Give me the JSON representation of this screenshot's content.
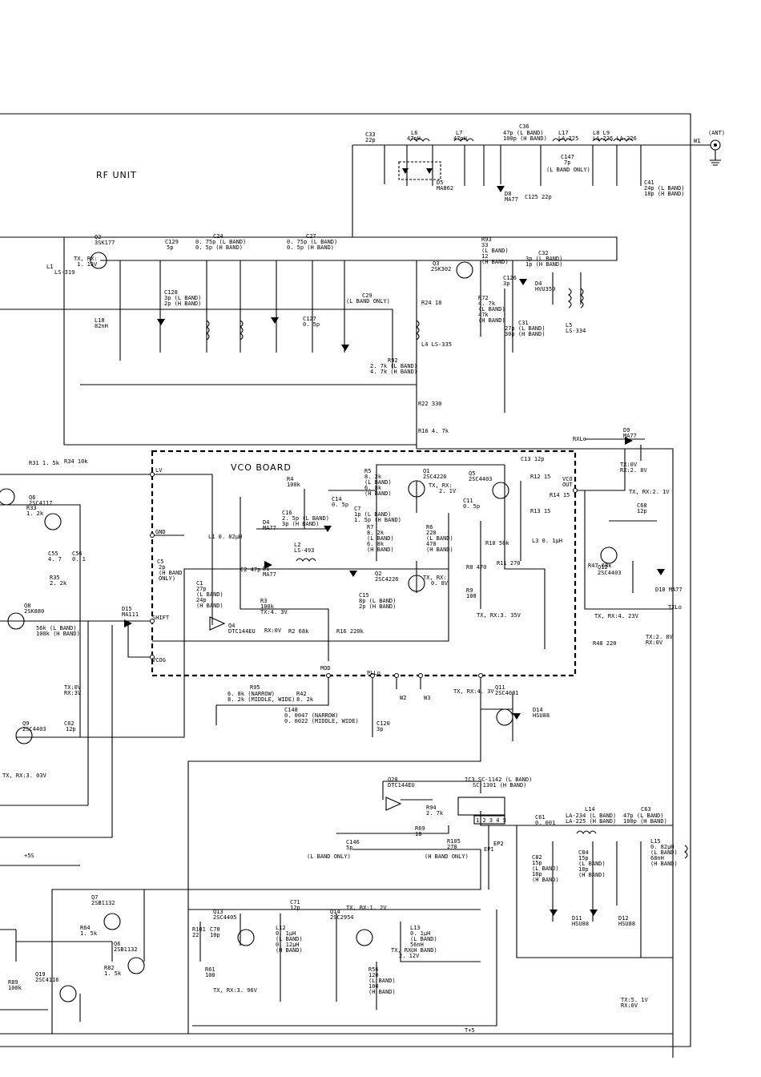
{
  "titles": {
    "rf_unit": "RF UNIT",
    "vco_board": "VCO BOARD"
  },
  "ant": {
    "label": "(ANT)",
    "w1": "W1"
  },
  "labels": [
    {
      "id": "c33",
      "text": "C33"
    },
    {
      "id": "c33v",
      "text": "22p"
    },
    {
      "id": "l6",
      "text": "L6"
    },
    {
      "id": "l6v",
      "text": "47nH"
    },
    {
      "id": "l7",
      "text": "L7"
    },
    {
      "id": "l7v",
      "text": "47nH"
    },
    {
      "id": "c36",
      "text": "C36"
    },
    {
      "id": "c36v1",
      "text": "47p (L BAND)"
    },
    {
      "id": "c36v2",
      "text": "100p (H BAND)"
    },
    {
      "id": "l17",
      "text": "L17"
    },
    {
      "id": "l17v",
      "text": "LA-225"
    },
    {
      "id": "l8l9",
      "text": "L8    L9"
    },
    {
      "id": "l8l9v",
      "text": "LA-225 LA-226"
    },
    {
      "id": "c147",
      "text": "C147"
    },
    {
      "id": "c147v",
      "text": "7p"
    },
    {
      "id": "c147b",
      "text": "(L BAND ONLY)"
    },
    {
      "id": "c41",
      "text": "C41"
    },
    {
      "id": "c41v1",
      "text": "24p (L BAND)"
    },
    {
      "id": "c41v2",
      "text": "18p (H BAND)"
    },
    {
      "id": "d5",
      "text": "D5"
    },
    {
      "id": "d5v",
      "text": "MA862"
    },
    {
      "id": "d8",
      "text": "D8"
    },
    {
      "id": "d8v",
      "text": "MA77"
    },
    {
      "id": "c125",
      "text": "C125 22p"
    },
    {
      "id": "q2",
      "text": "Q2"
    },
    {
      "id": "q2v",
      "text": "3SK177"
    },
    {
      "id": "l1",
      "text": "L1"
    },
    {
      "id": "l1v",
      "text": "LS-319"
    },
    {
      "id": "txrx1",
      "text": "TX, RX:"
    },
    {
      "id": "txrx1v",
      "text": "1. 13V"
    },
    {
      "id": "c129",
      "text": "C129"
    },
    {
      "id": "c129v",
      "text": "5p"
    },
    {
      "id": "c24",
      "text": "C24"
    },
    {
      "id": "c24v1",
      "text": "0. 75p (L BAND)"
    },
    {
      "id": "c24v2",
      "text": "0. 5p (H BAND)"
    },
    {
      "id": "c27",
      "text": "C27"
    },
    {
      "id": "c27v1",
      "text": "0. 75p (L BAND)"
    },
    {
      "id": "c27v2",
      "text": "0. 5p (H BAND)"
    },
    {
      "id": "r93",
      "text": "R93"
    },
    {
      "id": "r93v",
      "text": "33"
    },
    {
      "id": "r93b1",
      "text": "(L BAND)"
    },
    {
      "id": "r93b2",
      "text": "12"
    },
    {
      "id": "r93b3",
      "text": "(H BAND)"
    },
    {
      "id": "c32",
      "text": "C32"
    },
    {
      "id": "c32v1",
      "text": "3p (L BAND)"
    },
    {
      "id": "c32v2",
      "text": "1p (H BAND)"
    },
    {
      "id": "q3",
      "text": "Q3"
    },
    {
      "id": "q3v",
      "text": "2SK302"
    },
    {
      "id": "c126",
      "text": "C126"
    },
    {
      "id": "c126v",
      "text": "3p"
    },
    {
      "id": "d4",
      "text": "D4"
    },
    {
      "id": "d4v",
      "text": "HVU350"
    },
    {
      "id": "c128",
      "text": "C128"
    },
    {
      "id": "c128v1",
      "text": "3p (L BAND)"
    },
    {
      "id": "c128v2",
      "text": "2p (H BAND)"
    },
    {
      "id": "l18",
      "text": "L18"
    },
    {
      "id": "l18v",
      "text": "82nH"
    },
    {
      "id": "c29",
      "text": "C29"
    },
    {
      "id": "c29v",
      "text": "(L BAND ONLY)"
    },
    {
      "id": "c127",
      "text": "C127"
    },
    {
      "id": "c127v",
      "text": "0. 5p"
    },
    {
      "id": "r24",
      "text": "R24 18"
    },
    {
      "id": "l4",
      "text": "L4 LS-335"
    },
    {
      "id": "r72",
      "text": "R72"
    },
    {
      "id": "r72v1",
      "text": "4. 7k"
    },
    {
      "id": "r72v2",
      "text": "(L BAND)"
    },
    {
      "id": "r72v3",
      "text": "47k"
    },
    {
      "id": "r72v4",
      "text": "(H BAND)"
    },
    {
      "id": "c31",
      "text": "C31"
    },
    {
      "id": "c31v1",
      "text": "27p (L BAND)"
    },
    {
      "id": "c31v2",
      "text": "30p (H BAND)"
    },
    {
      "id": "l5",
      "text": "L5"
    },
    {
      "id": "l5v",
      "text": "LS-334"
    },
    {
      "id": "r92",
      "text": "R92"
    },
    {
      "id": "r92v1",
      "text": "2. 7k (L BAND)"
    },
    {
      "id": "r92v2",
      "text": "4. 7k (H BAND)"
    },
    {
      "id": "r22",
      "text": "R22 330"
    },
    {
      "id": "r16",
      "text": "R16 4. 7k"
    },
    {
      "id": "rxlo",
      "text": "RXLo"
    },
    {
      "id": "d9",
      "text": "D9"
    },
    {
      "id": "d9v",
      "text": "MA77"
    },
    {
      "id": "txov",
      "text": "TX:0V"
    },
    {
      "id": "rx28",
      "text": "RX:2. 8V"
    },
    {
      "id": "lv",
      "text": "LV"
    },
    {
      "id": "gnd",
      "text": "GND"
    },
    {
      "id": "shift",
      "text": "SHIFT"
    },
    {
      "id": "vcog",
      "text": "VCOG"
    },
    {
      "id": "r4",
      "text": "R4"
    },
    {
      "id": "r4v",
      "text": "100k"
    },
    {
      "id": "c16",
      "text": "C16"
    },
    {
      "id": "c16v1",
      "text": "2. 5p (L BAND)"
    },
    {
      "id": "c16v2",
      "text": "3p (H BAND)"
    },
    {
      "id": "c14",
      "text": "C14"
    },
    {
      "id": "c14v",
      "text": "0. 5p"
    },
    {
      "id": "r5",
      "text": "R5"
    },
    {
      "id": "r5v1",
      "text": "8. 2k"
    },
    {
      "id": "r5v2",
      "text": "(L BAND)"
    },
    {
      "id": "r5v3",
      "text": "6. 8k"
    },
    {
      "id": "r5v4",
      "text": "(H BAND)"
    },
    {
      "id": "q1",
      "text": "Q1"
    },
    {
      "id": "q1v",
      "text": "2SC4226"
    },
    {
      "id": "txrx2",
      "text": "TX, RX:"
    },
    {
      "id": "txrx2v",
      "text": "2. 1V"
    },
    {
      "id": "q5",
      "text": "Q5"
    },
    {
      "id": "q5v",
      "text": "2SC4403"
    },
    {
      "id": "c13",
      "text": "C13  12p"
    },
    {
      "id": "vcoout",
      "text": "VCO"
    },
    {
      "id": "vcoout2",
      "text": "OUT"
    },
    {
      "id": "r12",
      "text": "R12 15"
    },
    {
      "id": "r14",
      "text": "R14 15"
    },
    {
      "id": "r13",
      "text": "R13 15"
    },
    {
      "id": "c11",
      "text": "C11"
    },
    {
      "id": "c11v",
      "text": "0. 5p"
    },
    {
      "id": "c7",
      "text": "C7"
    },
    {
      "id": "c7v1",
      "text": "1p (L BAND)"
    },
    {
      "id": "c7v2",
      "text": "1. 5p (H BAND)"
    },
    {
      "id": "r7",
      "text": "R7"
    },
    {
      "id": "r7v1",
      "text": "8. 2k"
    },
    {
      "id": "r7v2",
      "text": "(L BAND)"
    },
    {
      "id": "r7v3",
      "text": "6. 8k"
    },
    {
      "id": "r7v4",
      "text": "(H BAND)"
    },
    {
      "id": "r6",
      "text": "R6"
    },
    {
      "id": "r6v1",
      "text": "220"
    },
    {
      "id": "r6v2",
      "text": "(L BAND)"
    },
    {
      "id": "r6v3",
      "text": "470"
    },
    {
      "id": "r6v4",
      "text": "(H BAND)"
    },
    {
      "id": "d4b",
      "text": "D4"
    },
    {
      "id": "d4bv",
      "text": "MA77"
    },
    {
      "id": "l2",
      "text": "L2"
    },
    {
      "id": "l2v",
      "text": "LS-493"
    },
    {
      "id": "d1",
      "text": "D1"
    },
    {
      "id": "d1v",
      "text": "MA77"
    },
    {
      "id": "c2",
      "text": "C2 47p"
    },
    {
      "id": "c5",
      "text": "C5"
    },
    {
      "id": "c5v1",
      "text": "2p"
    },
    {
      "id": "c5v2",
      "text": "(H BAND"
    },
    {
      "id": "c5v3",
      "text": "ONLY)"
    },
    {
      "id": "c1",
      "text": "C1"
    },
    {
      "id": "c1v1",
      "text": "27p"
    },
    {
      "id": "c1v2",
      "text": "(L BAND)"
    },
    {
      "id": "c1v3",
      "text": "24p"
    },
    {
      "id": "c1v4",
      "text": "(H BAND)"
    },
    {
      "id": "q2b",
      "text": "Q2"
    },
    {
      "id": "q2bv",
      "text": "2SC4226"
    },
    {
      "id": "txrx3",
      "text": "TX, RX:"
    },
    {
      "id": "txrx3v",
      "text": "0. 8V"
    },
    {
      "id": "c15",
      "text": "C15"
    },
    {
      "id": "c15v1",
      "text": "8p (L BAND)"
    },
    {
      "id": "c15v2",
      "text": "2p (H BAND)"
    },
    {
      "id": "r3",
      "text": "R3"
    },
    {
      "id": "r3v",
      "text": "100k"
    },
    {
      "id": "q4",
      "text": "Q4"
    },
    {
      "id": "q4v",
      "text": "DTC144EU"
    },
    {
      "id": "txrx4",
      "text": "TX:4. 3V"
    },
    {
      "id": "txrx4v",
      "text": "RX:0V"
    },
    {
      "id": "r2",
      "text": "R2 68k"
    },
    {
      "id": "r16b",
      "text": "R16 220k"
    },
    {
      "id": "r8",
      "text": "R8 470"
    },
    {
      "id": "r9",
      "text": "R9"
    },
    {
      "id": "r9v",
      "text": "100"
    },
    {
      "id": "r10",
      "text": "R10 56k"
    },
    {
      "id": "r11",
      "text": "R11 270"
    },
    {
      "id": "txrx5",
      "text": "TX, RX:3. 35V"
    },
    {
      "id": "l1b",
      "text": "L1 0. 82μH"
    },
    {
      "id": "l3",
      "text": "L3 0. 1μH"
    },
    {
      "id": "mod",
      "text": "MOD"
    },
    {
      "id": "pllo",
      "text": "PLLo"
    },
    {
      "id": "vs",
      "text": "+5S"
    },
    {
      "id": "q12",
      "text": "Q12"
    },
    {
      "id": "q12v",
      "text": "2SC4403"
    },
    {
      "id": "c68",
      "text": "C68"
    },
    {
      "id": "c68v",
      "text": "12p"
    },
    {
      "id": "txrx6",
      "text": "TX, RX:2. 1V"
    },
    {
      "id": "r47",
      "text": "R47 68k"
    },
    {
      "id": "r48",
      "text": "R48 220"
    },
    {
      "id": "txrx7",
      "text": "TX, RX:4. 23V"
    },
    {
      "id": "tx28",
      "text": "TX:2. 8V"
    },
    {
      "id": "rx0",
      "text": "RX:0V"
    },
    {
      "id": "d10",
      "text": "D10 MA77"
    },
    {
      "id": "txlo",
      "text": "TXLo"
    },
    {
      "id": "r31",
      "text": "R31 1. 5k"
    },
    {
      "id": "r34",
      "text": "R34 10k"
    },
    {
      "id": "q6",
      "text": "Q6"
    },
    {
      "id": "q6v",
      "text": "2SC4117"
    },
    {
      "id": "r33",
      "text": "R33"
    },
    {
      "id": "r33v",
      "text": "1. 2k"
    },
    {
      "id": "c55",
      "text": "C55"
    },
    {
      "id": "c55v",
      "text": "4. 7"
    },
    {
      "id": "c56",
      "text": "C56"
    },
    {
      "id": "c56v",
      "text": "0. 1"
    },
    {
      "id": "r35",
      "text": "R35"
    },
    {
      "id": "r35v",
      "text": "2. 2k"
    },
    {
      "id": "q8",
      "text": "Q8"
    },
    {
      "id": "q8v",
      "text": "2SK880"
    },
    {
      "id": "r56k",
      "text": "56k (L BAND)"
    },
    {
      "id": "r100k",
      "text": "100k (H BAND)"
    },
    {
      "id": "d15",
      "text": "D15"
    },
    {
      "id": "d15v",
      "text": "MA111"
    },
    {
      "id": "txov2",
      "text": "TX:0V"
    },
    {
      "id": "rx3v",
      "text": "RX:3V"
    },
    {
      "id": "r95",
      "text": "R95"
    },
    {
      "id": "r95v1",
      "text": "6. 8k (NARROW)"
    },
    {
      "id": "r95v2",
      "text": "8. 2k (MIDDLE, WIDE)"
    },
    {
      "id": "r42",
      "text": "R42"
    },
    {
      "id": "r42v",
      "text": "8. 2k"
    },
    {
      "id": "c148",
      "text": "C148"
    },
    {
      "id": "c148v1",
      "text": "0. 0047 (NARROW)"
    },
    {
      "id": "c148v2",
      "text": "0. 0022 (MIDDLE, WIDE)"
    },
    {
      "id": "c120",
      "text": "C120"
    },
    {
      "id": "c120v",
      "text": "3p"
    },
    {
      "id": "w2",
      "text": "W2"
    },
    {
      "id": "w3",
      "text": "W3"
    },
    {
      "id": "txrx8",
      "text": "TX, RX:4. 3V"
    },
    {
      "id": "q11",
      "text": "Q11"
    },
    {
      "id": "q11v",
      "text": "2SC4081"
    },
    {
      "id": "d14",
      "text": "D14"
    },
    {
      "id": "d14v",
      "text": "HSU88"
    },
    {
      "id": "q9",
      "text": "Q9"
    },
    {
      "id": "q9v",
      "text": "2SC4403"
    },
    {
      "id": "c62",
      "text": "C62"
    },
    {
      "id": "c62v",
      "text": "12p"
    },
    {
      "id": "txrx9",
      "text": "TX, RX:3. 03V"
    },
    {
      "id": "q20",
      "text": "Q20"
    },
    {
      "id": "q20v",
      "text": "DTC144EU"
    },
    {
      "id": "ic3",
      "text": "IC3  SC-1142 (L BAND)"
    },
    {
      "id": "ic3v",
      "text": "SC-1301 (H BAND)"
    },
    {
      "id": "r94",
      "text": "R94"
    },
    {
      "id": "r94v",
      "text": "2. 7k"
    },
    {
      "id": "r69",
      "text": "R69"
    },
    {
      "id": "r69v",
      "text": "18"
    },
    {
      "id": "r105",
      "text": "R105"
    },
    {
      "id": "r105v",
      "text": "270"
    },
    {
      "id": "r105b",
      "text": "(H BAND ONLY)"
    },
    {
      "id": "c146",
      "text": "C146"
    },
    {
      "id": "c146v",
      "text": "5p"
    },
    {
      "id": "c146b",
      "text": "(L BAND ONLY)"
    },
    {
      "id": "c61",
      "text": "C61"
    },
    {
      "id": "c61v",
      "text": "0. 001"
    },
    {
      "id": "l14",
      "text": "L14"
    },
    {
      "id": "l14v1",
      "text": "LA-234 (L BAND)"
    },
    {
      "id": "l14v2",
      "text": "LA-225 (H BAND)"
    },
    {
      "id": "c63",
      "text": "C63"
    },
    {
      "id": "c63v1",
      "text": "47p (L BAND)"
    },
    {
      "id": "c63v2",
      "text": "100p (H BAND)"
    },
    {
      "id": "l15",
      "text": "L15"
    },
    {
      "id": "l15v1",
      "text": "0. 82μH"
    },
    {
      "id": "l15v2",
      "text": "(L BAND)"
    },
    {
      "id": "l15v3",
      "text": "68nH"
    },
    {
      "id": "l15v4",
      "text": "(H BAND)"
    },
    {
      "id": "c82",
      "text": "C82"
    },
    {
      "id": "c82v1",
      "text": "15p"
    },
    {
      "id": "c82v2",
      "text": "(L BAND)"
    },
    {
      "id": "c82v3",
      "text": "18p"
    },
    {
      "id": "c82v4",
      "text": "(H BAND)"
    },
    {
      "id": "c84",
      "text": "C84"
    },
    {
      "id": "c84v1",
      "text": "15p"
    },
    {
      "id": "c84v2",
      "text": "(L BAND)"
    },
    {
      "id": "c84v3",
      "text": "18p"
    },
    {
      "id": "c84v4",
      "text": "(H BAND)"
    },
    {
      "id": "d11",
      "text": "D11"
    },
    {
      "id": "d11v",
      "text": "HSU88"
    },
    {
      "id": "d12",
      "text": "D12"
    },
    {
      "id": "d12v",
      "text": "HSU88"
    },
    {
      "id": "ep1",
      "text": "EP1"
    },
    {
      "id": "ep2",
      "text": "EP2"
    },
    {
      "id": "q7",
      "text": "Q7"
    },
    {
      "id": "q7v",
      "text": "2SB1132"
    },
    {
      "id": "r64",
      "text": "R64"
    },
    {
      "id": "r64v",
      "text": "1. 5k"
    },
    {
      "id": "q6b",
      "text": "Q6"
    },
    {
      "id": "q6bv",
      "text": "2SB1132"
    },
    {
      "id": "r82",
      "text": "R82"
    },
    {
      "id": "r82v",
      "text": "1. 5k"
    },
    {
      "id": "q19",
      "text": "Q19"
    },
    {
      "id": "q19v",
      "text": "2SC4116"
    },
    {
      "id": "r89",
      "text": "R89"
    },
    {
      "id": "r89v",
      "text": "100k"
    },
    {
      "id": "q13",
      "text": "Q13"
    },
    {
      "id": "q13v",
      "text": "2SC4405"
    },
    {
      "id": "r101",
      "text": "R101"
    },
    {
      "id": "r101v",
      "text": "22"
    },
    {
      "id": "c70",
      "text": "C70"
    },
    {
      "id": "c70v",
      "text": "10p"
    },
    {
      "id": "c71",
      "text": "C71"
    },
    {
      "id": "c71v",
      "text": "12p"
    },
    {
      "id": "l12",
      "text": "L12"
    },
    {
      "id": "l12v1",
      "text": "0. 1μH"
    },
    {
      "id": "l12v2",
      "text": "(L BAND)"
    },
    {
      "id": "l12v3",
      "text": "0. 12μH"
    },
    {
      "id": "l12v4",
      "text": "(H BAND)"
    },
    {
      "id": "q14",
      "text": "Q14"
    },
    {
      "id": "q14v",
      "text": "2SC2954"
    },
    {
      "id": "txrx10",
      "text": "TX, RX:1. 2V"
    },
    {
      "id": "l13",
      "text": "L13"
    },
    {
      "id": "l13v1",
      "text": "0. 1μH"
    },
    {
      "id": "l13v2",
      "text": "(L BAND)"
    },
    {
      "id": "l13v3",
      "text": "56nH"
    },
    {
      "id": "l13v4",
      "text": "(H BAND)"
    },
    {
      "id": "txrx11",
      "text": "TX, RX:"
    },
    {
      "id": "txrx11v",
      "text": "2. 12V"
    },
    {
      "id": "r56",
      "text": "R56"
    },
    {
      "id": "r56v1",
      "text": "120"
    },
    {
      "id": "r56v2",
      "text": "(L BAND)"
    },
    {
      "id": "r56v3",
      "text": "100"
    },
    {
      "id": "r56v4",
      "text": "(H BAND)"
    },
    {
      "id": "r61",
      "text": "R61"
    },
    {
      "id": "r61v",
      "text": "100"
    },
    {
      "id": "txrx12",
      "text": "TX, RX:3. 96V"
    },
    {
      "id": "tx51",
      "text": "TX:5. 1V"
    },
    {
      "id": "rx0b",
      "text": "RX:0V"
    },
    {
      "id": "tp5",
      "text": "T+5"
    }
  ]
}
